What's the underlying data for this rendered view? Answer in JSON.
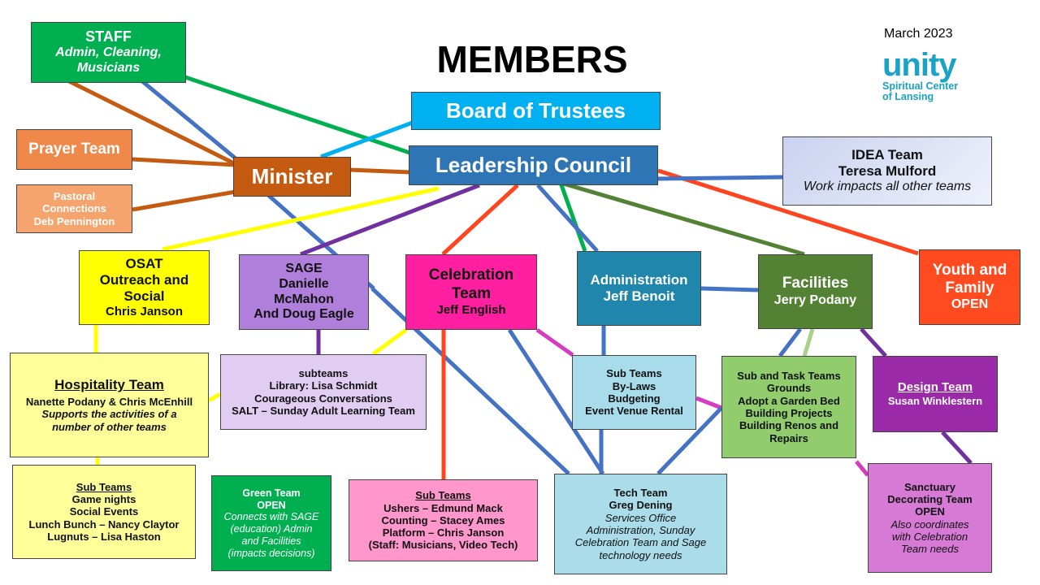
{
  "title": "MEMBERS",
  "date": "March 2023",
  "logo": {
    "word": "unity",
    "sub1": "Spiritual Center",
    "sub2": "of Lansing"
  },
  "colors": {
    "staff": "#00b050",
    "prayer": "#f0884a",
    "pastoral": "#f4a46c",
    "minister": "#c55a11",
    "board": "#00b0f0",
    "leadership": "#2e75b6",
    "idea": "#dde3f6",
    "youth": "#ff4b1f",
    "osat": "#ffff00",
    "sage": "#b07fdc",
    "celebration": "#ff1fa0",
    "administration": "#2086ac",
    "facilities": "#548235",
    "hospitality": "#ffff99",
    "subteams": "#e2cdf2",
    "admin_sub": "#a9dcea",
    "fac_sub": "#92cd6d",
    "design": "#9b2aa8",
    "green": "#00b050",
    "celeb_sub": "#ff96cc",
    "tech": "#aadcea",
    "sanctuary": "#d67ad6",
    "osat_sub": "#ffff99"
  },
  "staff": {
    "title": "STAFF",
    "line1": "Admin, Cleaning,",
    "line2": "Musicians"
  },
  "prayer": {
    "label": "Prayer Team"
  },
  "pastoral": {
    "line1": "Pastoral",
    "line2": "Connections",
    "line3": "Deb Pennington"
  },
  "minister": {
    "label": "Minister"
  },
  "board": {
    "label": "Board of Trustees"
  },
  "leadership": {
    "label": "Leadership Council"
  },
  "idea": {
    "title": "IDEA Team",
    "name": "Teresa Mulford",
    "note": "Work impacts all other teams"
  },
  "youth": {
    "line1": "Youth and",
    "line2": "Family",
    "line3": "OPEN"
  },
  "osat": {
    "line1": "OSAT",
    "line2": "Outreach and",
    "line3": "Social",
    "line4": "Chris Janson"
  },
  "sage": {
    "line1": "SAGE",
    "line2": "Danielle",
    "line3": "McMahon",
    "line4": "And Doug Eagle"
  },
  "celebration": {
    "line1": "Celebration",
    "line2": "Team",
    "line3": "Jeff English"
  },
  "administration": {
    "line1": "Administration",
    "line2": "Jeff Benoit"
  },
  "facilities": {
    "line1": "Facilities",
    "line2": "Jerry Podany"
  },
  "hospitality": {
    "title": "Hospitality  Team",
    "names": "Nanette Podany & Chris McEnhill",
    "note1": "Supports  the activities of a",
    "note2": "number of other teams"
  },
  "sage_sub": {
    "line1": "subteams",
    "line2": "Library: Lisa Schmidt",
    "line3": "Courageous Conversations",
    "line4": "SALT – Sunday Adult Learning Team"
  },
  "admin_sub": {
    "line1": "Sub Teams",
    "line2": "By-Laws",
    "line3": "Budgeting",
    "line4": "Event Venue Rental"
  },
  "fac_sub": {
    "line1": "Sub and Task Teams",
    "line2": "Grounds",
    "line3": "Adopt a Garden Bed",
    "line4": "Building Projects",
    "line5": "Building Renos and",
    "line6": "Repairs"
  },
  "design": {
    "title": "Design Team",
    "name": "Susan Winklestern"
  },
  "osat_sub": {
    "title": "Sub Teams",
    "line1": "Game nights",
    "line2": "Social Events",
    "line3": "Lunch Bunch – Nancy Claytor",
    "line4": "Lugnuts – Lisa Haston"
  },
  "green": {
    "line1": "Green Team",
    "line2": "OPEN",
    "line3": "Connects with SAGE",
    "line4": "(education) Admin",
    "line5": "and Facilities",
    "line6": "(impacts decisions)"
  },
  "celeb_sub": {
    "title": "Sub Teams",
    "line1": "Ushers – Edmund Mack",
    "line2": "Counting – Stacey Ames",
    "line3": "Platform – Chris Janson",
    "line4": "(Staff: Musicians, Video Tech)"
  },
  "tech": {
    "line1": "Tech Team",
    "line2": "Greg Dening",
    "line3": "Services Office",
    "line4": "Administration, Sunday",
    "line5": "Celebration Team and Sage",
    "line6": "technology needs"
  },
  "sanctuary": {
    "line1": "Sanctuary",
    "line2": "Decorating Team",
    "line3": "OPEN",
    "line4": "Also coordinates",
    "line5": "with Celebration",
    "line6": "Team needs"
  }
}
